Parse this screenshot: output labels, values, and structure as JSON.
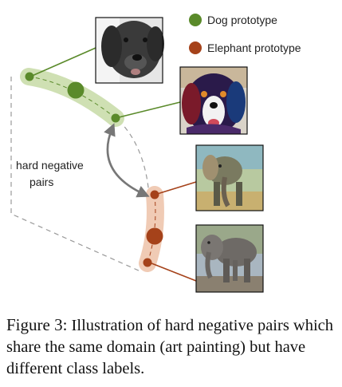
{
  "legend": {
    "items": [
      {
        "label": "Dog prototype",
        "color": "#5a8a2a",
        "icon": "green-circle"
      },
      {
        "label": "Elephant prototype",
        "color": "#a5421a",
        "icon": "brown-circle"
      }
    ]
  },
  "annotation": {
    "line1": "hard negative",
    "line2": "pairs"
  },
  "caption": {
    "figure_label": "Figure 3:",
    "text": "Illustration of hard negative pairs which share the same domain (art painting) but have different class labels."
  },
  "images": [
    {
      "name": "dog-photo",
      "description": "photo of dog"
    },
    {
      "name": "dog-painting",
      "description": "art painting of dog"
    },
    {
      "name": "elephant-painting",
      "description": "art painting of elephant"
    },
    {
      "name": "elephant-photo",
      "description": "photo of elephant"
    }
  ],
  "colors": {
    "dog": "#5a8a2a",
    "dog_band": "#cfe0b3",
    "elephant": "#a5421a",
    "elephant_band": "#f0cbb5",
    "dashed": "#999999",
    "arrow": "#777777"
  }
}
